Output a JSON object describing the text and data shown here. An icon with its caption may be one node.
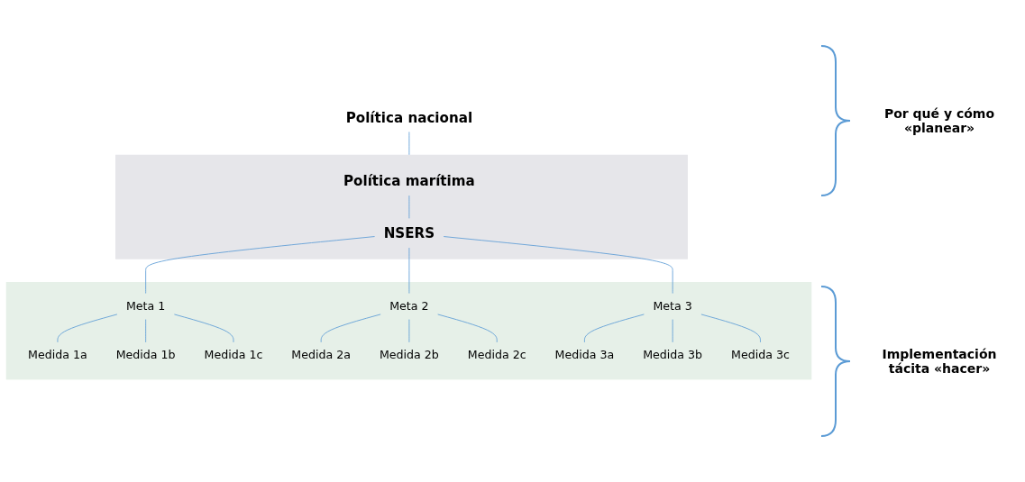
{
  "diagram": {
    "nodes": [
      {
        "text": [
          "Política nacional"
        ]
      },
      {
        "text": [],
        "shape": "box"
      },
      {
        "text": [
          "Política marítima"
        ],
        "in": 1
      },
      {
        "text": [
          "NSERS"
        ],
        "in": 1
      },
      {
        "text": [],
        "shape": "box"
      },
      {
        "text": [
          "Meta 1"
        ],
        "in": 4
      },
      {
        "text": [
          "Meta 2"
        ],
        "in": 4
      },
      {
        "text": [
          "Meta 3"
        ],
        "in": 4
      },
      {
        "text": [
          "Medida 1a"
        ],
        "in": 4
      },
      {
        "text": [
          "Medida 1b"
        ],
        "in": 4
      },
      {
        "text": [
          "Medida 1c"
        ],
        "in": 4
      },
      {
        "text": [
          "Medida 2a"
        ],
        "in": 4
      },
      {
        "text": [
          "Medida 2b"
        ],
        "in": 4
      },
      {
        "text": [
          "Medida 2c"
        ],
        "in": 4
      },
      {
        "text": [
          "Medida 3a"
        ],
        "in": 4
      },
      {
        "text": [
          "Medida 3b"
        ],
        "in": 4
      },
      {
        "text": [
          "Medida 3c"
        ],
        "in": 4
      }
    ],
    "edges": [
      {
        "from": 0,
        "to": 1,
        "arrow": "none"
      },
      {
        "from": 2,
        "to": 3,
        "arrow": "none"
      },
      {
        "from": 3,
        "to": 5,
        "arrow": "none"
      },
      {
        "from": 3,
        "to": 6,
        "arrow": "none"
      },
      {
        "from": 3,
        "to": 7,
        "arrow": "none"
      },
      {
        "from": 5,
        "to": 8,
        "arrow": "none"
      },
      {
        "from": 5,
        "to": 9,
        "arrow": "none"
      },
      {
        "from": 5,
        "to": 10,
        "arrow": "none"
      },
      {
        "from": 6,
        "to": 11,
        "arrow": "none"
      },
      {
        "from": 6,
        "to": 12,
        "arrow": "none"
      },
      {
        "from": 6,
        "to": 13,
        "arrow": "none"
      },
      {
        "from": 7,
        "to": 14,
        "arrow": "none"
      },
      {
        "from": 7,
        "to": 15,
        "arrow": "none"
      },
      {
        "from": 7,
        "to": 16,
        "arrow": "none"
      }
    ],
    "labels": [
      "Por qué y cómo «planear»",
      "Implementación tácita «hacer»"
    ]
  }
}
